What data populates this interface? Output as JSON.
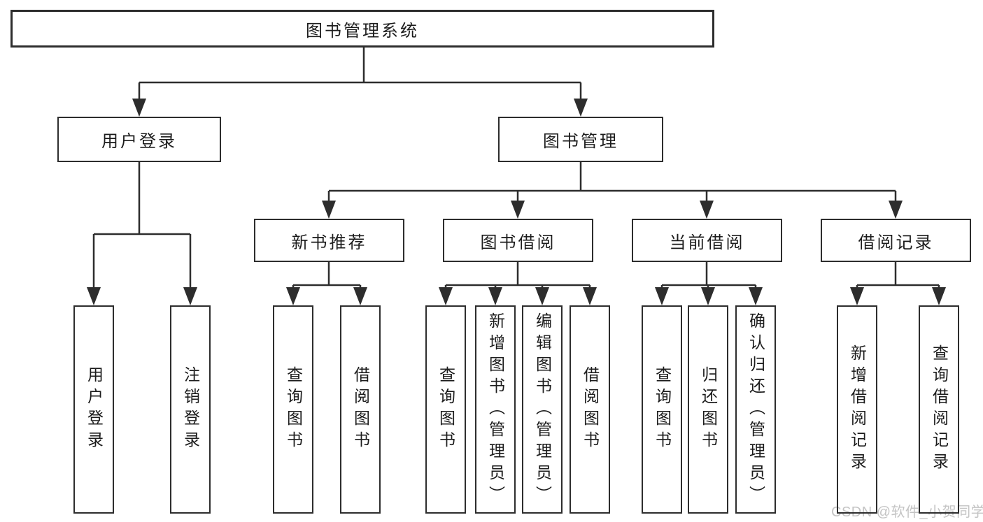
{
  "diagram": {
    "root": "图书管理系统",
    "branches": [
      {
        "label": "用户登录",
        "children": [
          "用户登录",
          "注销登录"
        ]
      },
      {
        "label": "图书管理"
      }
    ],
    "modules": [
      {
        "label": "新书推荐",
        "children": [
          "查询图书",
          "借阅图书"
        ]
      },
      {
        "label": "图书借阅",
        "children": [
          "查询图书",
          "新增图书（管理员）",
          "编辑图书（管理员）",
          "借阅图书"
        ]
      },
      {
        "label": "当前借阅",
        "children": [
          "查询图书",
          "归还图书",
          "确认归还（管理员）"
        ]
      },
      {
        "label": "借阅记录",
        "children": [
          "新增借阅记录",
          "查询借阅记录"
        ]
      }
    ]
  },
  "watermark": {
    "text": "CSDN @软件_小贺同学",
    "color": "#c4c4c4"
  },
  "colors": {
    "line": "#2d2d2d",
    "box_border": "#2d2d2d",
    "text": "#1c1c1c",
    "background": "#ffffff"
  }
}
